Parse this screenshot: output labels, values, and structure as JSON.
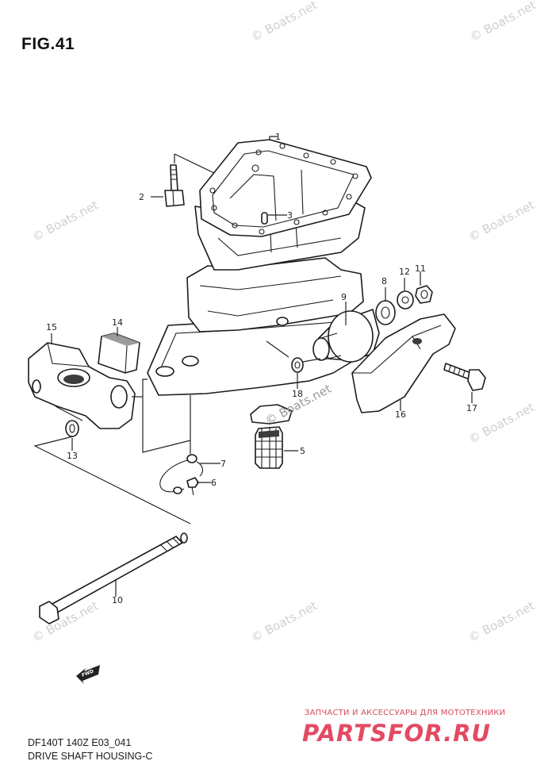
{
  "figure": {
    "title": "FIG.41",
    "model_code": "DF140T 140Z E03_041",
    "section_name": "DRIVE SHAFT HOUSING-C"
  },
  "callouts": [
    "1",
    "2",
    "3",
    "5",
    "6",
    "7",
    "8",
    "9",
    "10",
    "11",
    "12",
    "13",
    "14",
    "15",
    "16",
    "17",
    "18"
  ],
  "watermark": "© Boats.net",
  "watermark_inline": "© Boats.net",
  "fwd_label": "FWD",
  "branding": {
    "tagline": "ЗАПЧАСТИ И АКСЕССУАРЫ ДЛЯ МОТОТЕХНИКИ",
    "site": "PARTSFOR.RU",
    "color": "#e44a63"
  }
}
